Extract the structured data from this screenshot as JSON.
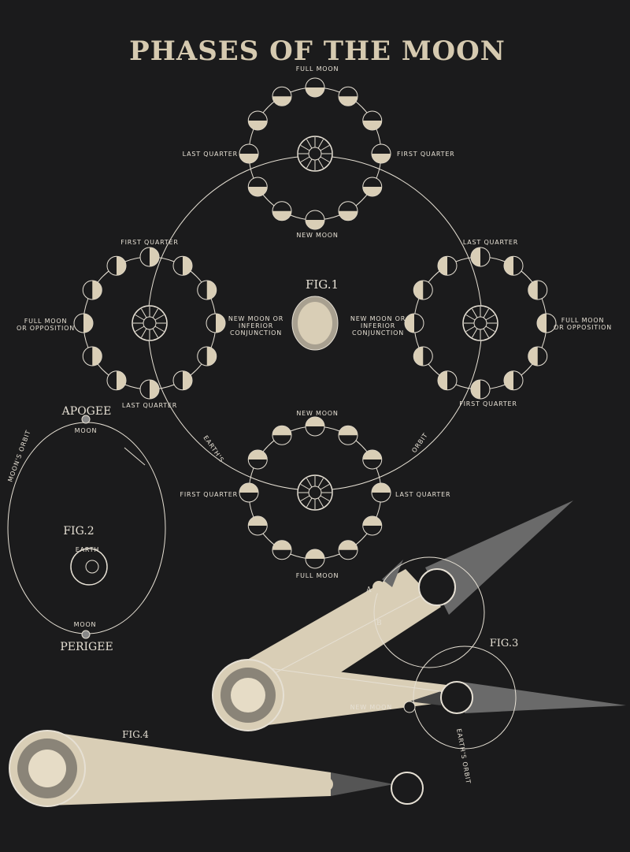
{
  "title": "PHASES OF THE MOON",
  "colors": {
    "background": "#1b1b1c",
    "cream": "#d9ceb6",
    "line": "#e6e0d4",
    "shadow": "#6a6a6a"
  },
  "fig1": {
    "label": "FIG.1",
    "orbit_left": "EARTH'S",
    "orbit_right": "ORBIT",
    "top": {
      "top": "FULL MOON",
      "bottom": "NEW MOON",
      "left": "LAST QUARTER",
      "right": "FIRST QUARTER"
    },
    "left": {
      "top": "FIRST QUARTER",
      "bottom": "LAST QUARTER",
      "outer_1": "FULL MOON",
      "outer_2": "OR OPPOSITION",
      "inner_1": "NEW MOON OR",
      "inner_2": "INFERIOR",
      "inner_3": "CONJUNCTION"
    },
    "right": {
      "top": "LAST QUARTER",
      "bottom": "FIRST QUARTER",
      "outer_1": "FULL MOON",
      "outer_2": "OR OPPOSITION",
      "inner_1": "NEW MOON OR",
      "inner_2": "INFERIOR",
      "inner_3": "CONJUNCTION"
    },
    "bottom": {
      "top": "NEW MOON",
      "bottom": "FULL MOON",
      "left": "FIRST QUARTER",
      "right": "LAST QUARTER"
    }
  },
  "fig2": {
    "label": "FIG.2",
    "apogee": "APOGEE",
    "perigee": "PERIGEE",
    "moon_top": "MOON",
    "moon_bottom": "MOON",
    "earth": "EARTH",
    "orbit": "MOON'S ORBIT"
  },
  "fig3": {
    "label": "FIG.3",
    "point_a": "A",
    "point_b": "B",
    "new_moon": "NEW MOON",
    "orbit": "EARTH'S ORBIT"
  },
  "fig4": {
    "label": "FIG.4"
  }
}
